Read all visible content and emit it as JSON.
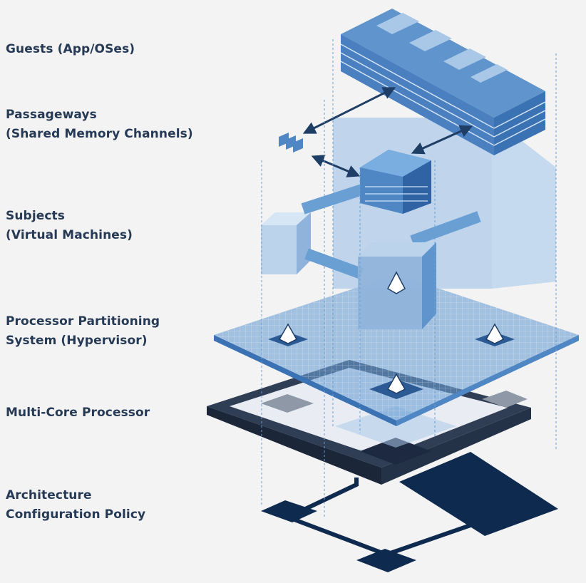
{
  "layers": [
    {
      "id": "guests",
      "label": "Guests (App/OSes)"
    },
    {
      "id": "passageways",
      "label": "Passageways\n(Shared Memory Channels)"
    },
    {
      "id": "subjects",
      "label": "Subjects\n(Virtual Machines)"
    },
    {
      "id": "hypervisor",
      "label": "Processor Partitioning\nSystem (Hypervisor)"
    },
    {
      "id": "processor",
      "label": "Multi-Core Processor"
    },
    {
      "id": "policy",
      "label": "Architecture\nConfiguration Policy"
    }
  ],
  "colors": {
    "label_text": "#263a55",
    "navy": "#0f2a4f",
    "blue_light": "#a9c8e8",
    "blue_mid": "#6a9fd4",
    "blue_dark": "#3a72b3"
  }
}
